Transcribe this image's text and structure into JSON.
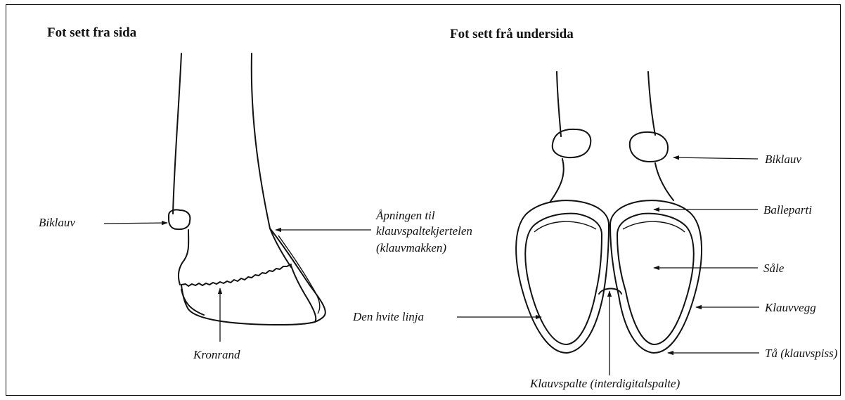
{
  "titles": {
    "side_view": "Fot sett fra sida",
    "bottom_view": "Fot sett frå undersida"
  },
  "side_labels": {
    "dewclaw": "Biklauv",
    "opening_line1": "Åpningen til",
    "opening_line2": "klauvspaltekjertelen",
    "opening_line3": "(klauvmakken)",
    "coronary_band": "Kronrand"
  },
  "bottom_labels": {
    "dewclaw": "Biklauv",
    "heel": "Balleparti",
    "sole": "Såle",
    "wall": "Klauvvegg",
    "toe": "Tå (klauvspiss)",
    "white_line": "Den hvite linja",
    "interdigital_cleft": "Klauvspalte (interdigitalspalte)"
  }
}
